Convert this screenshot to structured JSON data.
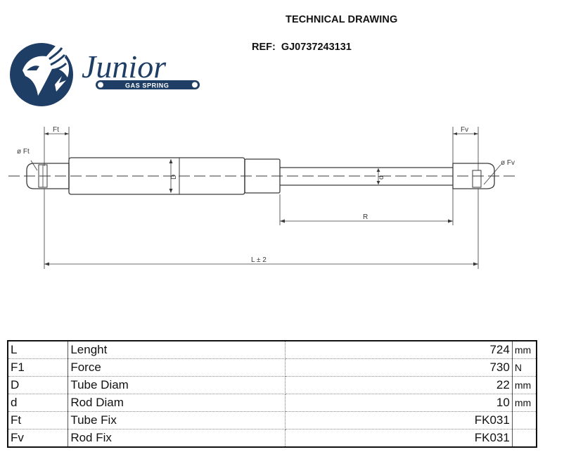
{
  "header": {
    "title": "TECHNICAL DRAWING",
    "ref_label": "REF:",
    "ref_value": "GJ0737243131"
  },
  "logo": {
    "brand": "Junior",
    "tagline": "GAS SPRING",
    "brand_color": "#1f3e66"
  },
  "drawing": {
    "labels": {
      "ft": "Ft",
      "fv": "Fv",
      "dia_ft": "ø Ft",
      "dia_fv": "ø Fv",
      "tube_d": "D",
      "rod_d": "d",
      "stroke": "R",
      "length": "L ± 2"
    }
  },
  "specs": {
    "rows": [
      {
        "code": "L",
        "name": "Lenght",
        "value": "724",
        "unit": "mm"
      },
      {
        "code": "F1",
        "name": "Force",
        "value": "730",
        "unit": "N"
      },
      {
        "code": "D",
        "name": "Tube Diam",
        "value": "22",
        "unit": "mm"
      },
      {
        "code": "d",
        "name": "Rod Diam",
        "value": "10",
        "unit": "mm"
      },
      {
        "code": "Ft",
        "name": "Tube Fix",
        "value": "FK031",
        "unit": ""
      },
      {
        "code": "Fv",
        "name": "Rod Fix",
        "value": "FK031",
        "unit": ""
      }
    ]
  }
}
